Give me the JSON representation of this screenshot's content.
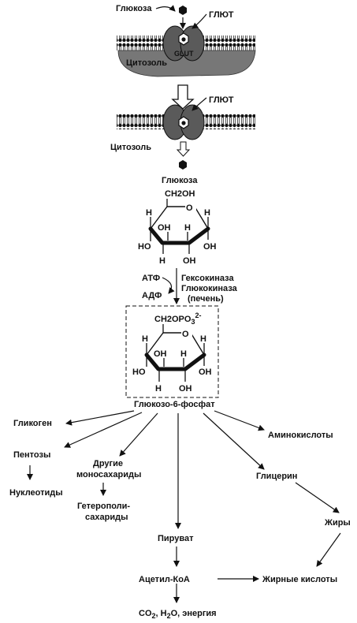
{
  "membrane_top": {
    "glucose": "Глюкоза",
    "transporter": "ГЛЮТ",
    "inner_label": "GLUT",
    "cytosol": "Цитозоль"
  },
  "membrane_bottom": {
    "transporter": "ГЛЮТ",
    "cytosol": "Цитозоль",
    "glucose": "Глюкоза"
  },
  "glucose_structure": {
    "group": "CH2OH",
    "h_left_top": "H",
    "h_right_top": "H",
    "h_mid": "H",
    "ring_o": "O",
    "ho_left": "HO",
    "oh_mid": "OH",
    "oh_right": "OH",
    "h_bottom_left": "H",
    "oh_bottom": "OH"
  },
  "reaction": {
    "atp": "АТФ",
    "adp": "АДФ",
    "enzyme1": "Гексокиназа",
    "enzyme2": "Глюкокиназа",
    "enzyme2_note": "(печень)"
  },
  "g6p_structure": {
    "group_main": "CH2OPO",
    "group_sub": "3",
    "group_sup": "2-",
    "h_left_top": "H",
    "h_right_top": "H",
    "h_mid": "H",
    "ring_o": "O",
    "ho_left": "HO",
    "oh_mid": "OH",
    "oh_right": "OH",
    "h_bottom_left": "H",
    "oh_bottom": "OH"
  },
  "hub": "Глюкозо-6-фосфат",
  "products": {
    "glycogen": "Гликоген",
    "pentoses": "Пентозы",
    "nucleotides": "Нуклеотиды",
    "other_mono_1": "Другие",
    "other_mono_2": "моносахариды",
    "heteropoly_1": "Гетерополи-",
    "heteropoly_2": "сахариды",
    "pyruvate": "Пируват",
    "acetyl_coa": "Ацетил-КоА",
    "co2_pre": "CO",
    "co2_sub": "2",
    "h2o_pre": ", H",
    "h2o_sub": "2",
    "h2o_post": "O, энергия",
    "amino_acids": "Аминокислоты",
    "glycerol": "Глицерин",
    "fats": "Жиры",
    "fatty_acids": "Жирные кислоты"
  }
}
